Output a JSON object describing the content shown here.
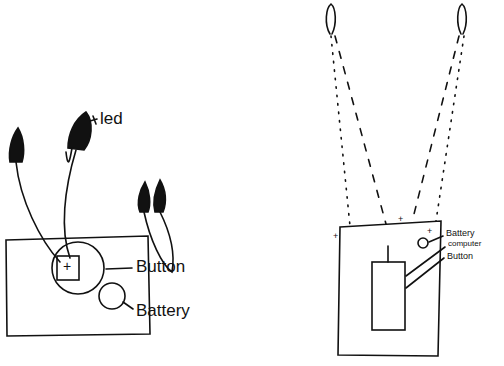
{
  "diagram": {
    "labels": [
      "led",
      "+",
      "Button",
      "Battery",
      "+",
      "+",
      "+",
      "Battery",
      "computer",
      "Button"
    ]
  }
}
